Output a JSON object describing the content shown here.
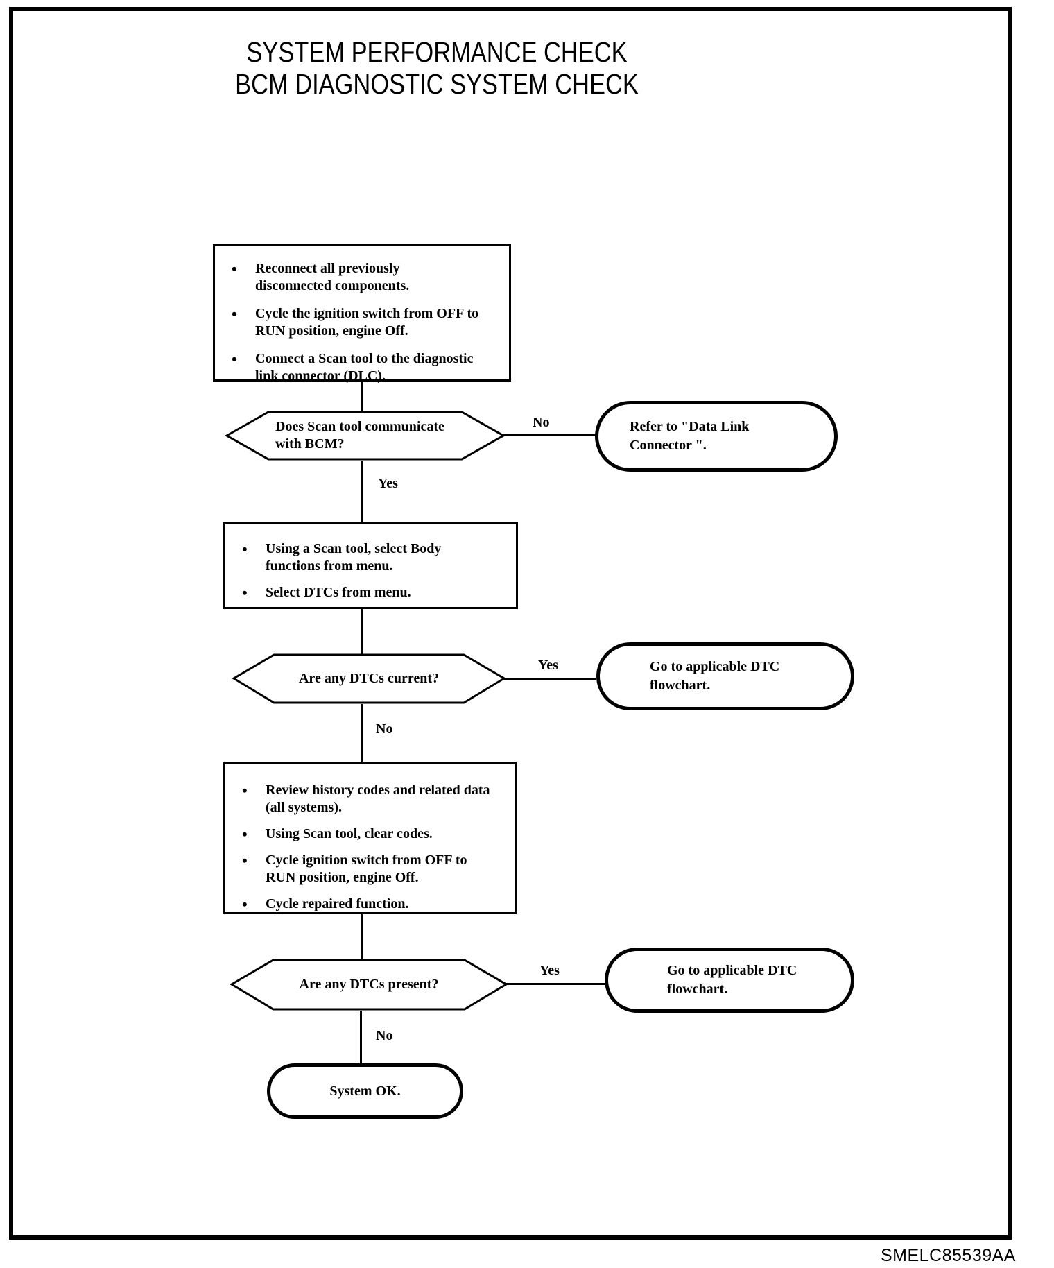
{
  "bullet": "•",
  "title": {
    "line1": "SYSTEM PERFORMANCE CHECK",
    "line2": "BCM DIAGNOSTIC SYSTEM CHECK"
  },
  "figure_code": "SMELC85539AA",
  "flow": {
    "process_reconnect": {
      "items": [
        "Reconnect all previously\ndisconnected components.",
        "Cycle the ignition switch from OFF to\nRUN position, engine Off.",
        "Connect a Scan tool to the diagnostic\nlink connector (DLC)."
      ]
    },
    "decision_scan_communicate": {
      "question": "Does Scan tool communicate\nwith BCM?",
      "no_label": "No",
      "yes_label": "Yes"
    },
    "terminal_data_link_connector": {
      "text": "Refer to \"Data Link\nConnector \"."
    },
    "process_select_body": {
      "items": [
        "Using a Scan tool, select Body\nfunctions from menu.",
        "Select DTCs from menu."
      ]
    },
    "decision_dtcs_current": {
      "question": "Are any DTCs current?",
      "yes_label": "Yes",
      "no_label": "No"
    },
    "terminal_dtc_flowchart_1": {
      "text": "Go to applicable DTC\nflowchart."
    },
    "process_review_history": {
      "items": [
        "Review history codes and related data\n(all systems).",
        "Using Scan tool, clear codes.",
        "Cycle ignition switch from OFF to\nRUN position, engine Off.",
        "Cycle repaired function."
      ]
    },
    "decision_dtcs_present": {
      "question": "Are any DTCs present?",
      "yes_label": "Yes",
      "no_label": "No"
    },
    "terminal_dtc_flowchart_2": {
      "text": "Go to applicable DTC\nflowchart."
    },
    "terminal_system_ok": {
      "text": "System OK."
    }
  }
}
